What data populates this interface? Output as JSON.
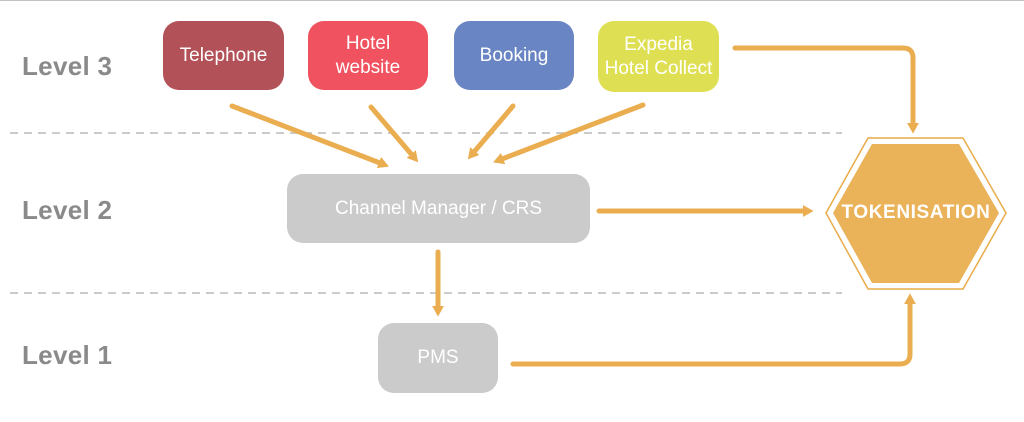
{
  "colors": {
    "background": "#FFFFFF",
    "accent_orange": "#EAAD4F",
    "hexagon_fill": "#EAB259",
    "hexagon_outline": "#E9AC49",
    "gray_box": "#CBCBCB",
    "level_label_text": "#8A8A8A",
    "separator_dash": "#CBCBCB",
    "box_text": "#FFFFFF"
  },
  "levels": [
    {
      "label": "Level 3"
    },
    {
      "label": "Level 2"
    },
    {
      "label": "Level 1"
    }
  ],
  "channels": [
    {
      "name": "Telephone",
      "lines": [
        "Telephone"
      ],
      "color": "#B25158"
    },
    {
      "name": "Hotel website",
      "lines": [
        "Hotel",
        "website"
      ],
      "color": "#F0525F"
    },
    {
      "name": "Booking",
      "lines": [
        "Booking"
      ],
      "color": "#6A85C3"
    },
    {
      "name": "Expedia Hotel Collect",
      "lines": [
        "Expedia",
        "Hotel Collect"
      ],
      "color": "#DEDF52"
    }
  ],
  "channel_manager": {
    "label": "Channel Manager / CRS"
  },
  "pms": {
    "label": "PMS"
  },
  "tokenisation": {
    "label": "TOKENISATION",
    "fill": "#EAB259",
    "outline": "#E9AC49"
  },
  "edges": [
    {
      "from": "Telephone",
      "to": "Channel Manager / CRS"
    },
    {
      "from": "Hotel website",
      "to": "Channel Manager / CRS"
    },
    {
      "from": "Booking",
      "to": "Channel Manager / CRS"
    },
    {
      "from": "Expedia Hotel Collect",
      "to": "Channel Manager / CRS"
    },
    {
      "from": "Expedia Hotel Collect",
      "to": "TOKENISATION"
    },
    {
      "from": "Channel Manager / CRS",
      "to": "TOKENISATION"
    },
    {
      "from": "Channel Manager / CRS",
      "to": "PMS"
    },
    {
      "from": "PMS",
      "to": "TOKENISATION"
    }
  ]
}
